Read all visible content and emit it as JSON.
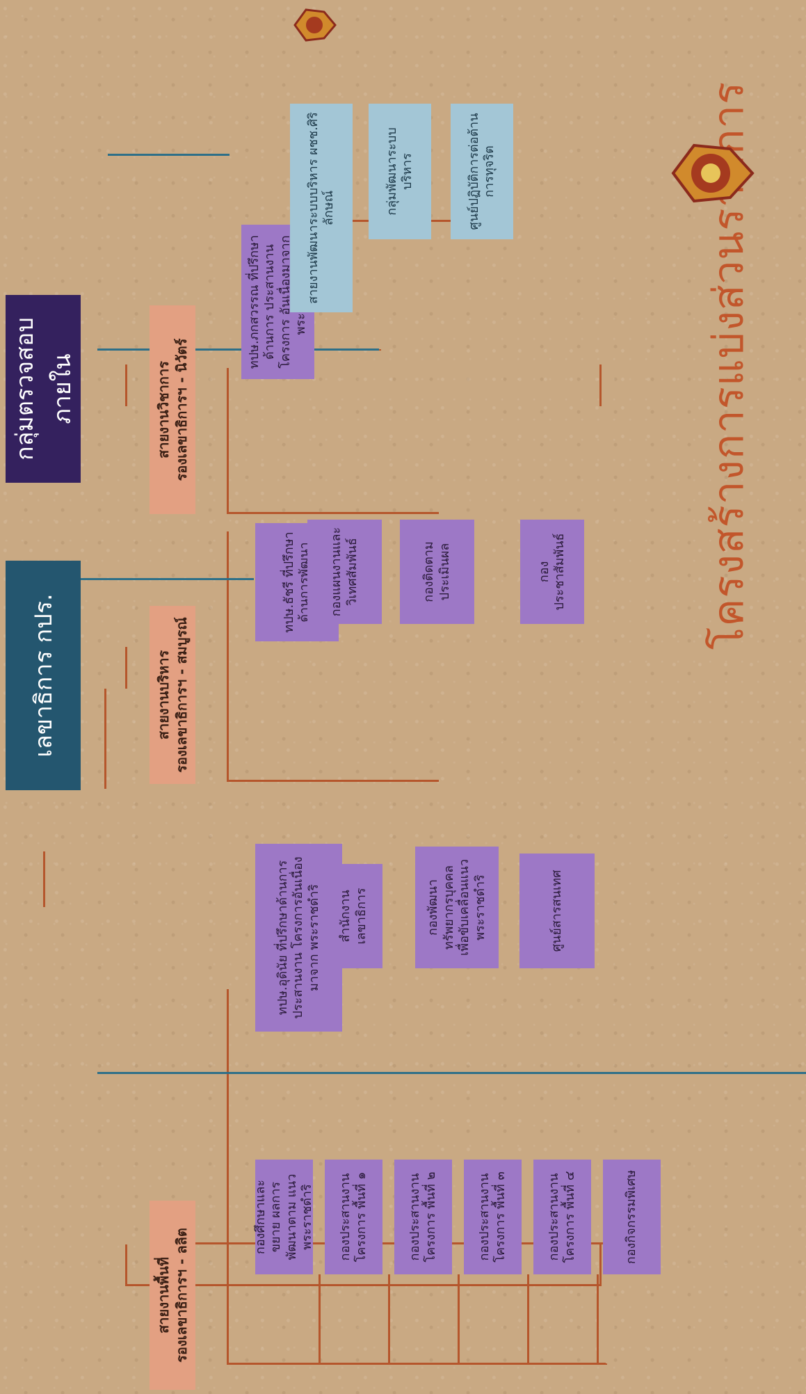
{
  "page_title": "โครงสร้างการแบ่งส่วนราชการ",
  "internal_audit": "กลุ่มตรวจสอบภายใน",
  "secretary_general": "เลขาธิการ กปร.",
  "divisions": {
    "area": {
      "name": "สายงานพื้นที่",
      "deputy": "รองเลขาธิการฯ - ลลิต"
    },
    "admin": {
      "name": "สายงานบริหาร",
      "deputy": "รองเลขาธิการฯ - สมบูรณ์"
    },
    "academic": {
      "name": "สายงานวิชาการ",
      "deputy": "รองเลขาธิการฯ - นิวัตร์"
    }
  },
  "advisors": {
    "area": "ทปษ.อุดินัย ที่ปรึกษาด้านการ ประสานงาน โครงการอันเนื่องมาจาก พระราชดำริ",
    "admin": "ทปษ.ธัชรี ที่ปรึกษาด้านการพัฒนา",
    "academic": "ทปษ.ภกสวรรณ ที่ปรึกษาด้านการ ประสานงานโครงการ อันเนื่องมาจากพระราชดำริ"
  },
  "area_units": [
    "กองศึกษาและขยาย ผลการพัฒนาตาม แนวพระราชดำริ",
    "กองประสานงาน โครงการ พื้นที่ ๑",
    "กองประสานงาน โครงการ พื้นที่ ๒",
    "กองประสานงาน โครงการ พื้นที่ ๓",
    "กองประสานงาน โครงการ พื้นที่ ๔",
    "กองกิจกรรมพิเศษ"
  ],
  "admin_units": [
    "สำนักงาน เลขาธิการ",
    "กองพัฒนา ทรัพยากรบุคคล เพื่อขับเคลื่อนแนว พระราชดำริ",
    "ศูนย์สารสนเทศ"
  ],
  "academic_units": [
    "กองแผนงานและ วิเทศสัมพันธ์",
    "กองติดตาม ประเมินผล",
    "กองประชาสัมพันธ์"
  ],
  "special_units": [
    "สายงานพัฒนาระบบบริหาร ผชช.ศิริลักษณ์",
    "กลุ่มพัฒนาระบบบริหาร",
    "ศูนย์ปฏิบัติการต่อต้าน การทุจริต"
  ],
  "colors": {
    "background": "#c9a983",
    "unit_purple": "#9d78c6",
    "unit_blue": "#a3c6d6",
    "deputy_salmon": "#e3a082",
    "secretary_teal": "#24566f",
    "audit_purple": "#34215e",
    "connector_brown": "#b5562c",
    "connector_blue": "#2d6f88",
    "title_orange": "#c2562b"
  },
  "emblems": [
    "royal-emblem-icon",
    "royal-emblem-icon"
  ]
}
